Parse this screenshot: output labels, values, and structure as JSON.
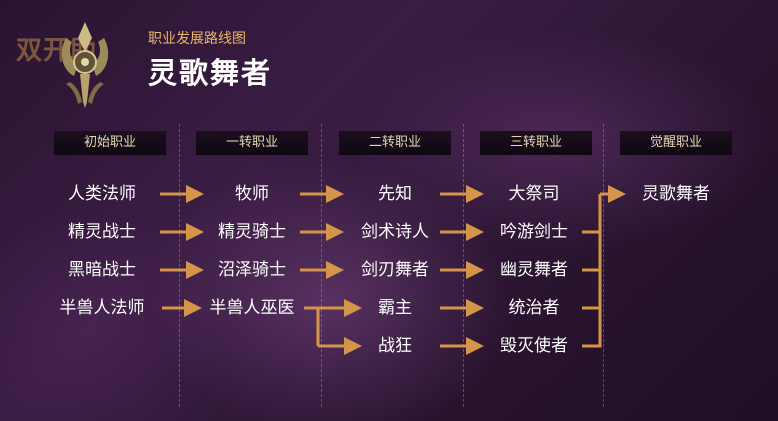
{
  "watermark": "双开助",
  "header": {
    "subtitle": "职业发展路线图",
    "title": "灵歌舞者"
  },
  "columns": [
    {
      "label": "初始职业"
    },
    {
      "label": "一转职业"
    },
    {
      "label": "二转职业"
    },
    {
      "label": "三转职业"
    },
    {
      "label": "觉醒职业"
    }
  ],
  "rows": [
    {
      "initial": "人类法师",
      "first": "牧师",
      "second": "先知",
      "third": "大祭司"
    },
    {
      "initial": "精灵战士",
      "first": "精灵骑士",
      "second": "剑术诗人",
      "third": "吟游剑士"
    },
    {
      "initial": "黑暗战士",
      "first": "沼泽骑士",
      "second": "剑刃舞者",
      "third": "幽灵舞者"
    },
    {
      "initial": "半兽人法师",
      "first": "半兽人巫医",
      "second": "霸主",
      "third": "统治者"
    },
    {
      "initial": "",
      "first": "",
      "second": "战狂",
      "third": "毁灭使者"
    }
  ],
  "awakening": "灵歌舞者",
  "colors": {
    "accent": "#e9b866",
    "arrow": "#d4954a",
    "header_bg": "#140b17"
  },
  "icons": [
    "class-emblem-icon",
    "arrow-right-icon"
  ]
}
